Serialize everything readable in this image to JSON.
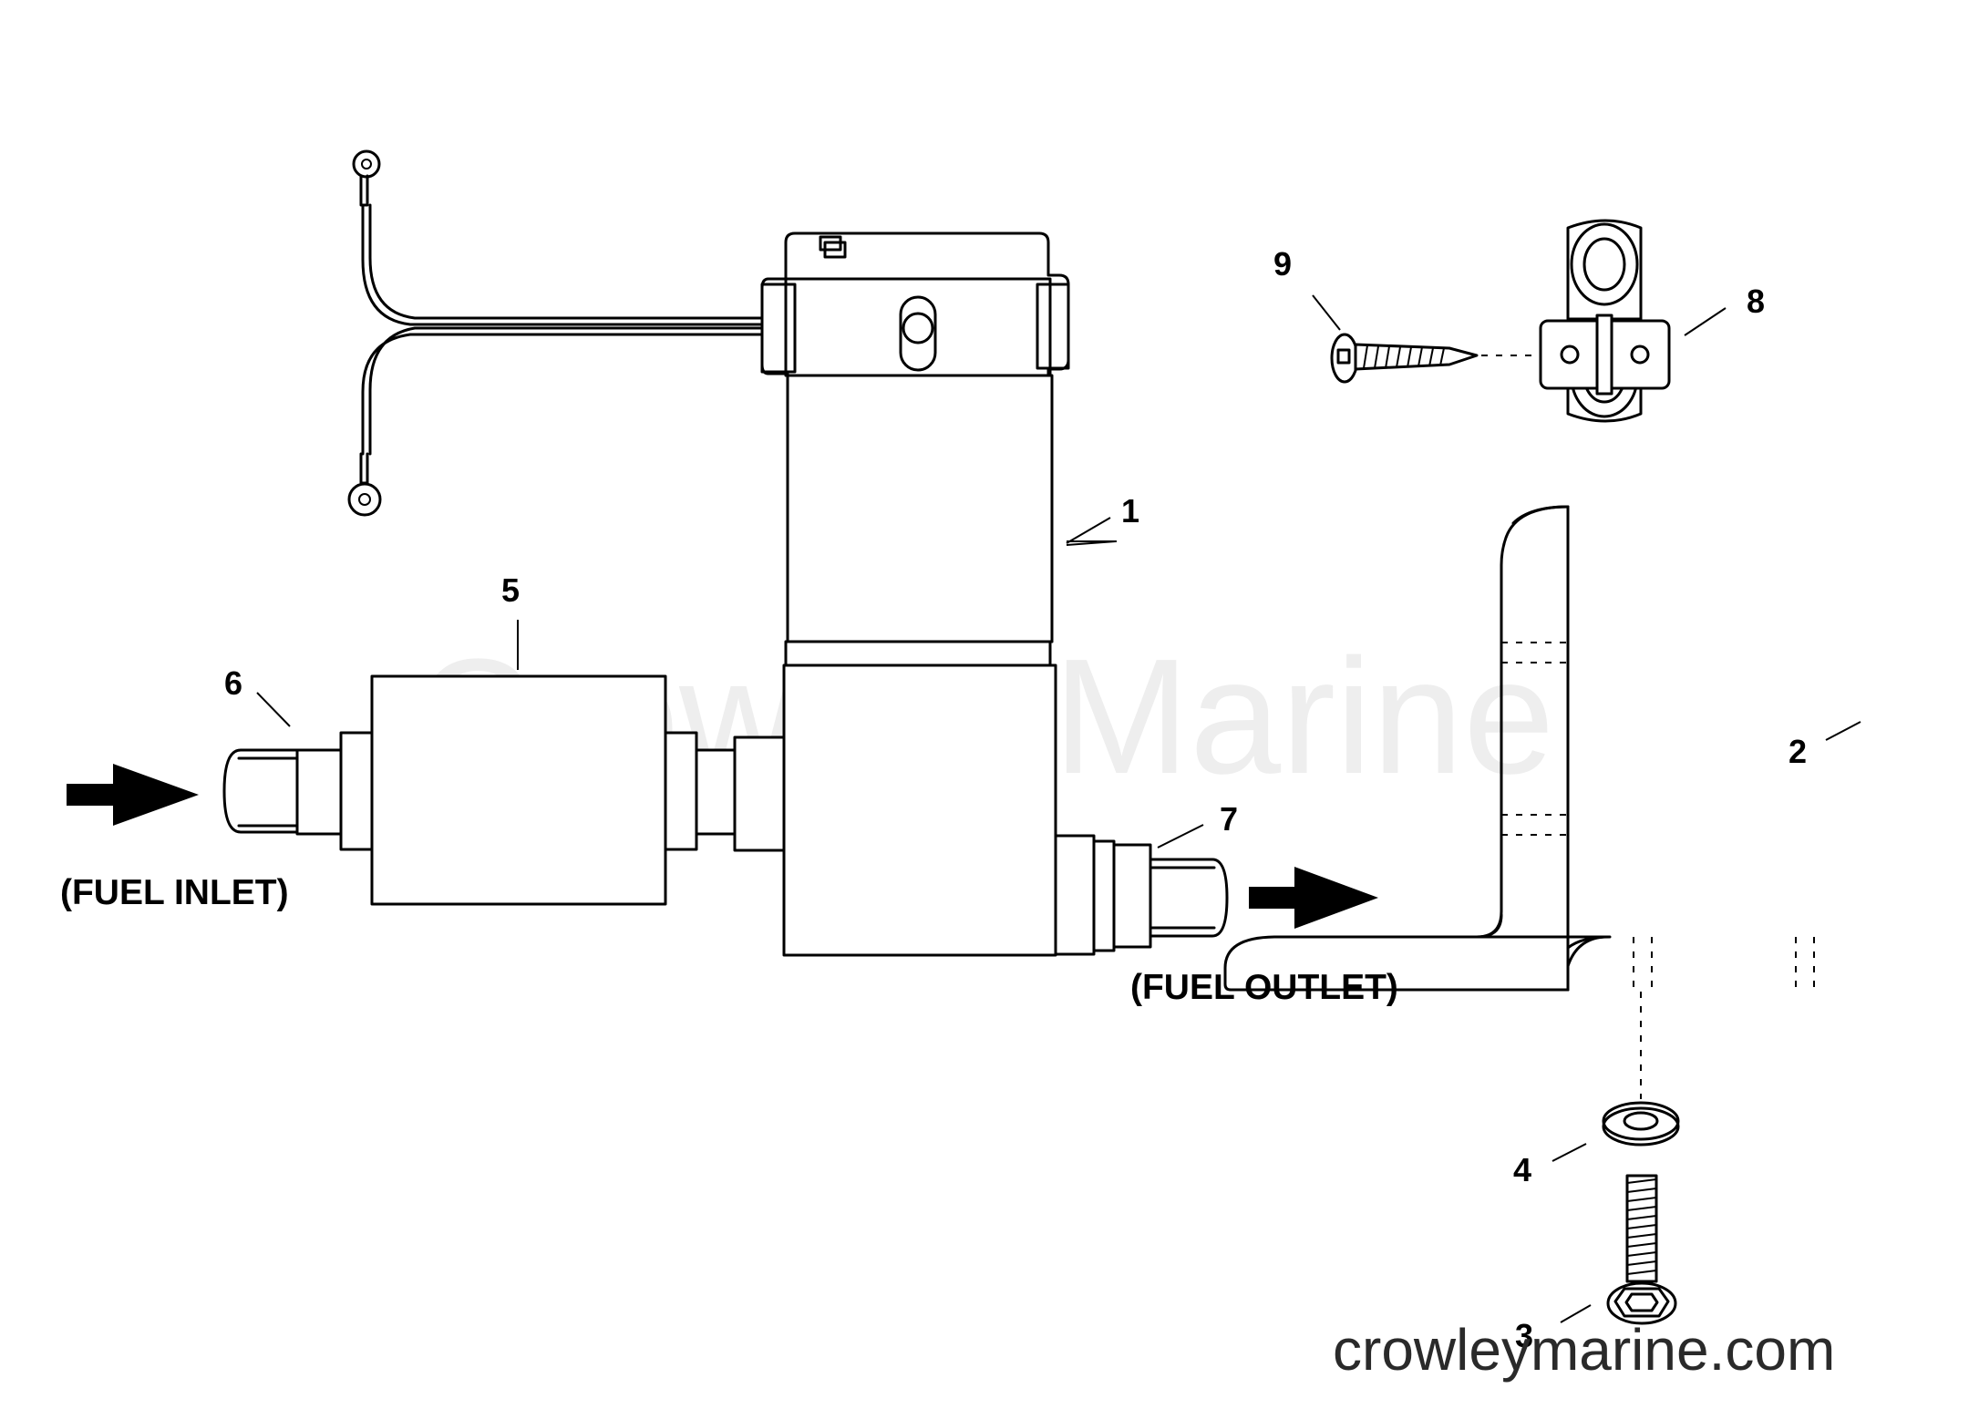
{
  "watermark": "Crowley Marine",
  "site": "crowleymarine.com",
  "labels": {
    "fuel_inlet": "(FUEL INLET)",
    "fuel_outlet": "(FUEL OUTLET)"
  },
  "callouts": [
    "1",
    "2",
    "3",
    "4",
    "5",
    "6",
    "7",
    "8",
    "9"
  ]
}
